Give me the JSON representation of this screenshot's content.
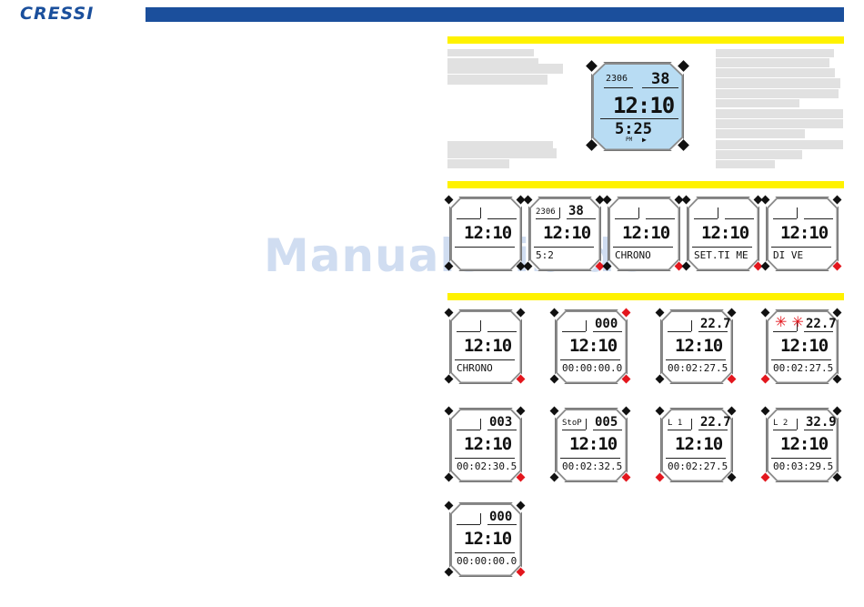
{
  "header": {
    "brand": "CRESSI"
  },
  "watermark": "ManualsLib.de",
  "main_watch": {
    "top_left": "2306",
    "top_right": "38",
    "center": "12:10",
    "bottom": "5:25",
    "pm": "PM"
  },
  "mode_watches": [
    {
      "top_left": "",
      "top_right": "",
      "center": "12:10",
      "bottom": ""
    },
    {
      "top_left": "2306",
      "top_right": "38",
      "center": "12:10",
      "bottom": "5:2"
    },
    {
      "top_left": "",
      "top_right": "",
      "center": "12:10",
      "bottom": "CHRONO"
    },
    {
      "top_left": "",
      "top_right": "",
      "center": "12:10",
      "bottom": "SET.TI ME"
    },
    {
      "top_left": "",
      "top_right": "",
      "center": "12:10",
      "bottom": "DI VE"
    }
  ],
  "chrono_watches": [
    {
      "top_left": "",
      "top_right": "",
      "center": "12:10",
      "bottom": "CHRONO"
    },
    {
      "top_left": "",
      "top_right": "000",
      "center": "12:10",
      "bottom": "00:00:00.0"
    },
    {
      "top_left": "",
      "top_right": "22.7",
      "center": "12:10",
      "bottom": "00:02:27.5"
    },
    {
      "top_left": "",
      "top_right": "22.7",
      "center": "12:10",
      "bottom": "00:02:27.5"
    },
    {
      "top_left": "",
      "top_right": "003",
      "center": "12:10",
      "bottom": "00:02:30.5"
    },
    {
      "top_left": "StoP",
      "top_right": "005",
      "center": "12:10",
      "bottom": "00:02:32.5"
    },
    {
      "top_left": "L 1",
      "top_right": "22.7",
      "center": "12:10",
      "bottom": "00:02:27.5"
    },
    {
      "top_left": "L 2",
      "top_right": "32.9",
      "center": "12:10",
      "bottom": "00:03:29.5"
    },
    {
      "top_left": "",
      "top_right": "000",
      "center": "12:10",
      "bottom": "00:00:00.0"
    }
  ],
  "colors": {
    "brand_blue": "#1b4f9c",
    "highlight_yellow": "#fff200",
    "button_red": "#e3161d",
    "lcd_blue": "#b8dcf3"
  }
}
